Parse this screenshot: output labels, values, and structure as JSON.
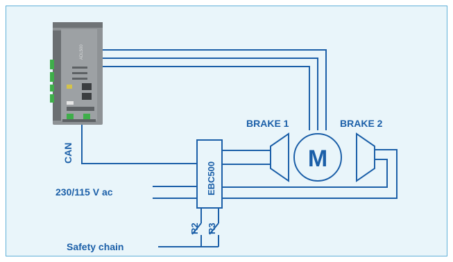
{
  "colors": {
    "line": "#1b5fa8",
    "panel_bg": "#e9f5fa",
    "panel_border": "#5fb0d8",
    "device_body": "#8e9295",
    "device_dark": "#5d6164",
    "terminal_green": "#3fae4a"
  },
  "labels": {
    "device": "ADL500",
    "can": "CAN",
    "mains": "230/115 V ac",
    "ebc": "EBC500",
    "brake1": "BRAKE 1",
    "brake2": "BRAKE 2",
    "motor": "M",
    "r2": "R2",
    "r3": "R3",
    "safety": "Safety chain"
  },
  "icons": {
    "drive": "lift-inverter-drive-icon",
    "motor": "motor-symbol-icon",
    "brake": "brake-coil-icon",
    "relay": "relay-contact-icon"
  }
}
